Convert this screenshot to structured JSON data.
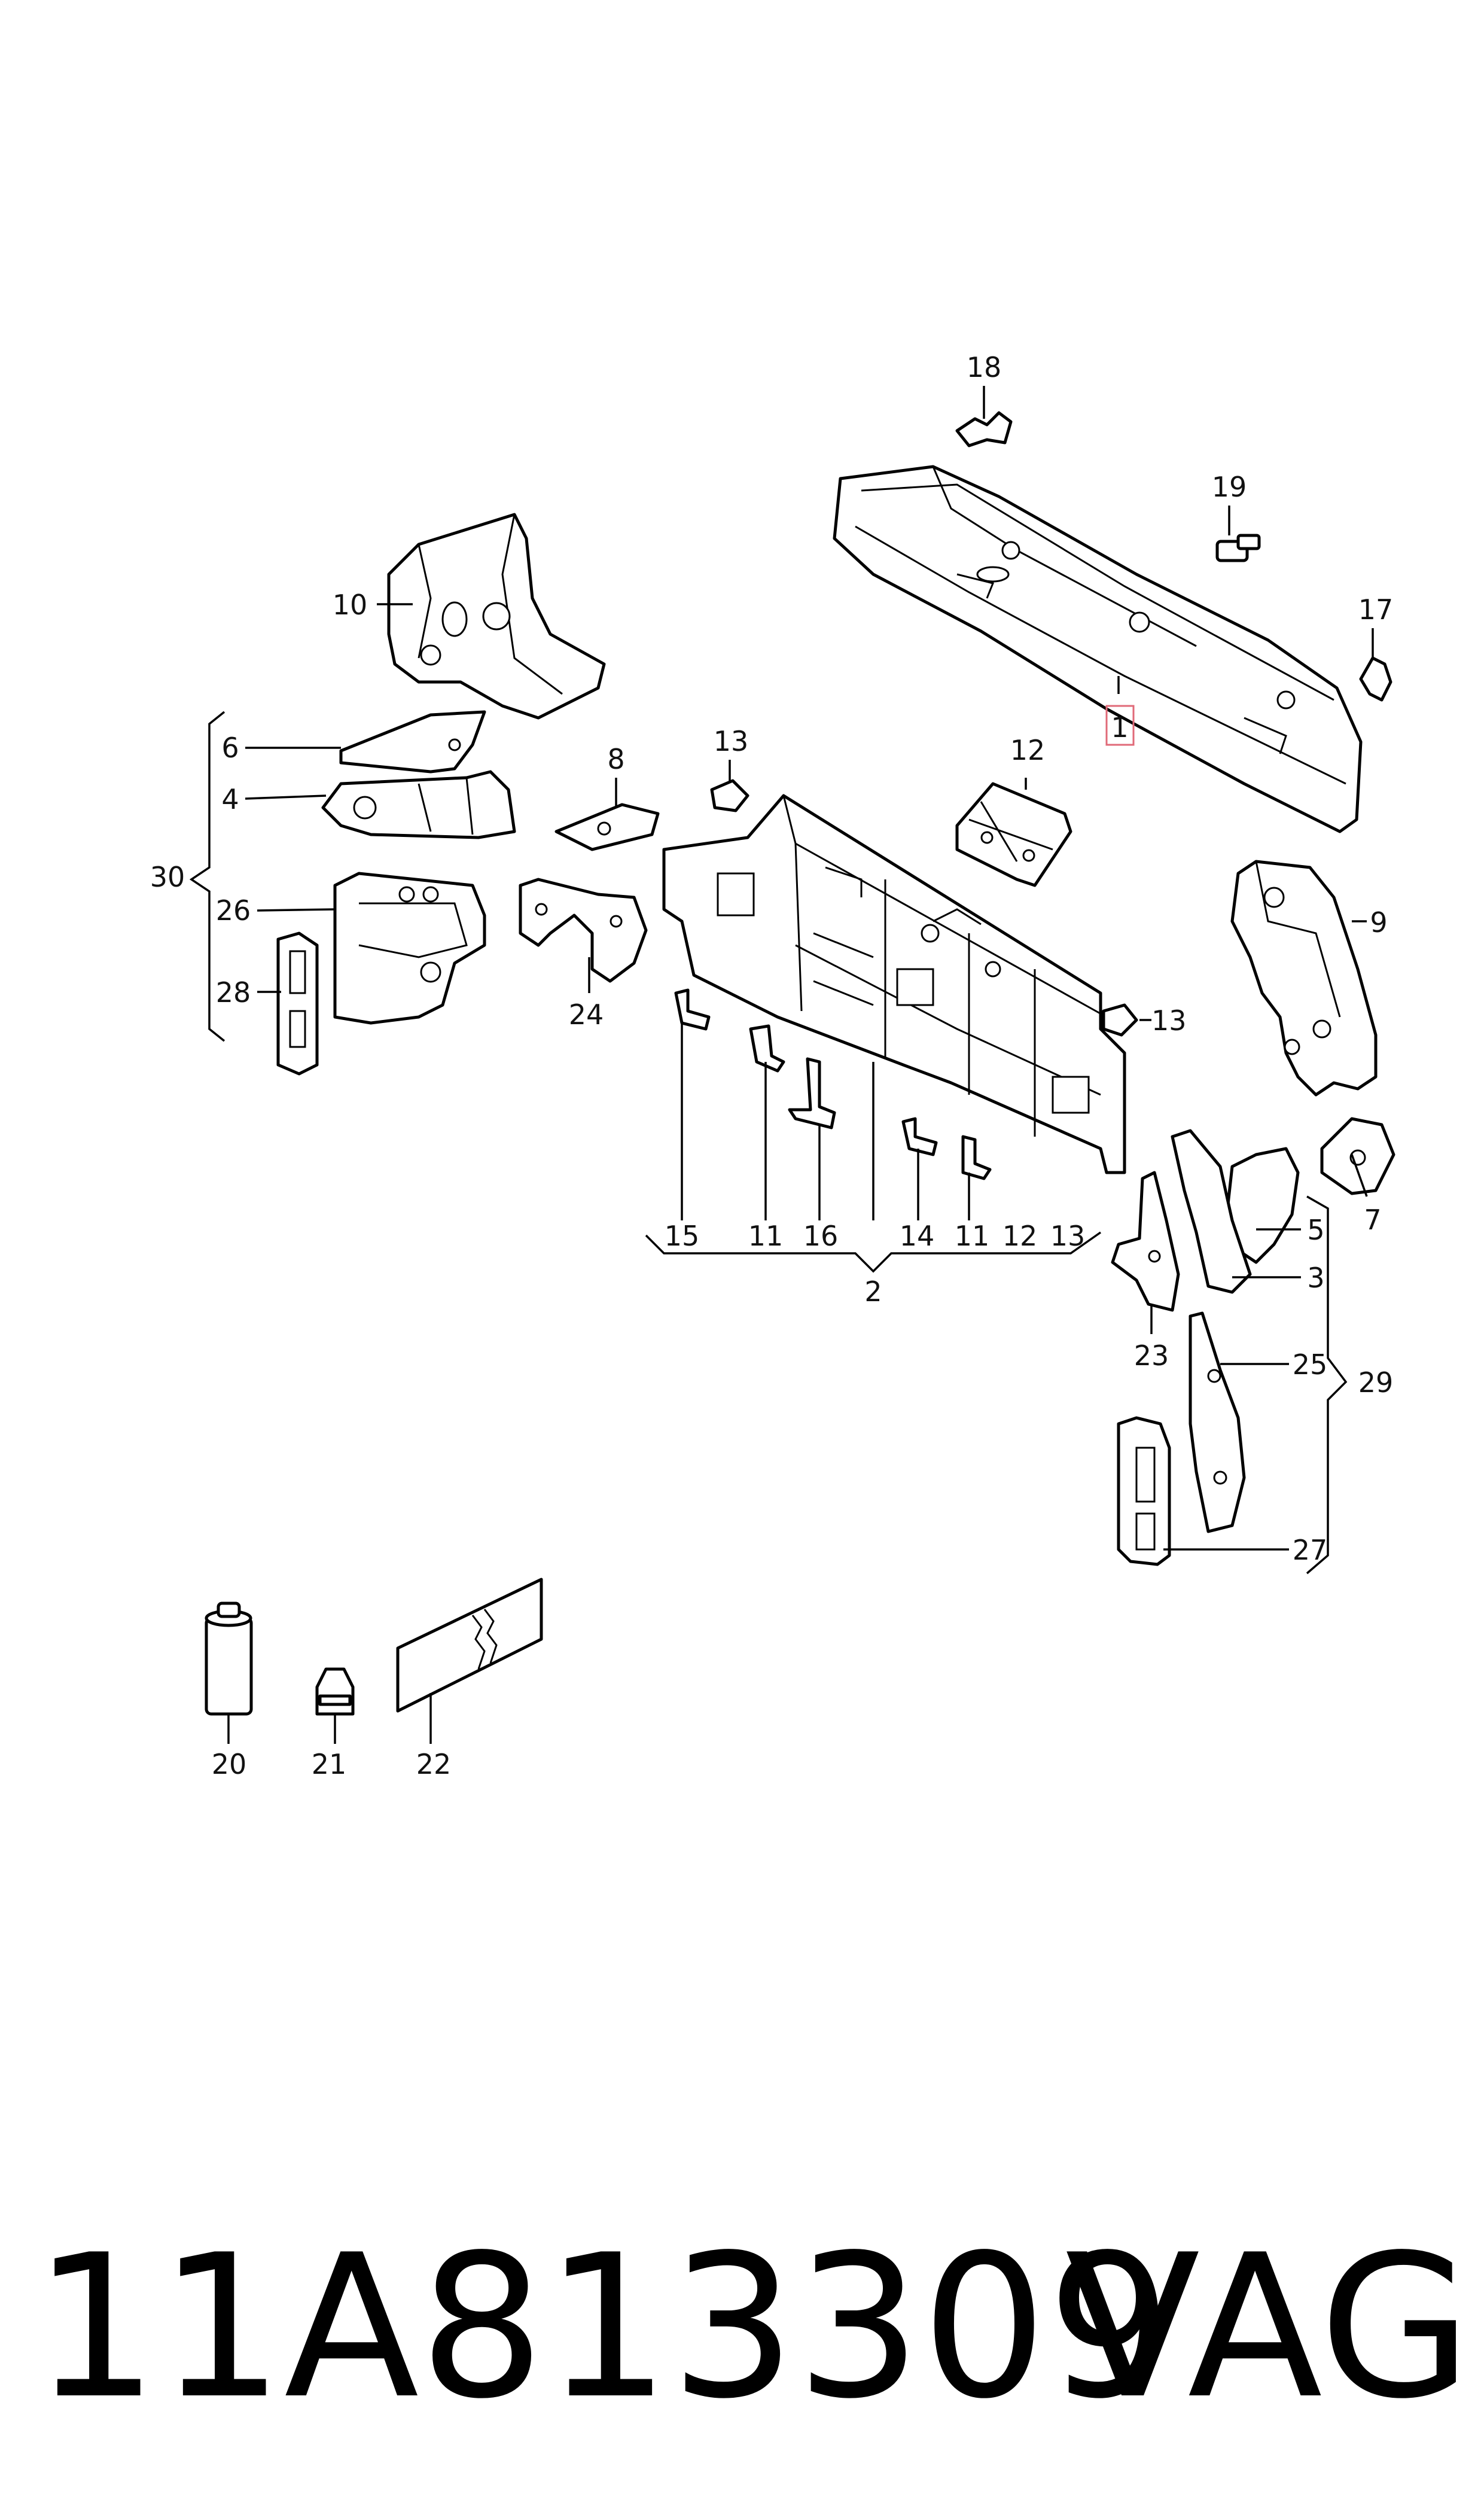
{
  "labels": {
    "l1": "1",
    "l2": "2",
    "l3": "3",
    "l4": "4",
    "l5": "5",
    "l6": "6",
    "l7": "7",
    "l8": "8",
    "l9": "9",
    "l10": "10",
    "l11a": "11",
    "l11b": "11",
    "l12a": "12",
    "l12b": "12",
    "l13a": "13",
    "l13b": "13",
    "l13c": "13",
    "l14": "14",
    "l15": "15",
    "l16": "16",
    "l17": "17",
    "l18": "18",
    "l19": "19",
    "l20": "20",
    "l21": "21",
    "l22": "22",
    "l23": "23",
    "l24": "24",
    "l25": "25",
    "l26": "26",
    "l27": "27",
    "l28": "28",
    "l29": "29",
    "l30": "30"
  },
  "highlighted_label": "1",
  "footer": {
    "part_number": "11A813309",
    "brand": "VAG"
  },
  "colors": {
    "line": "#000000",
    "background": "#ffffff",
    "highlight": "#e06a78"
  }
}
